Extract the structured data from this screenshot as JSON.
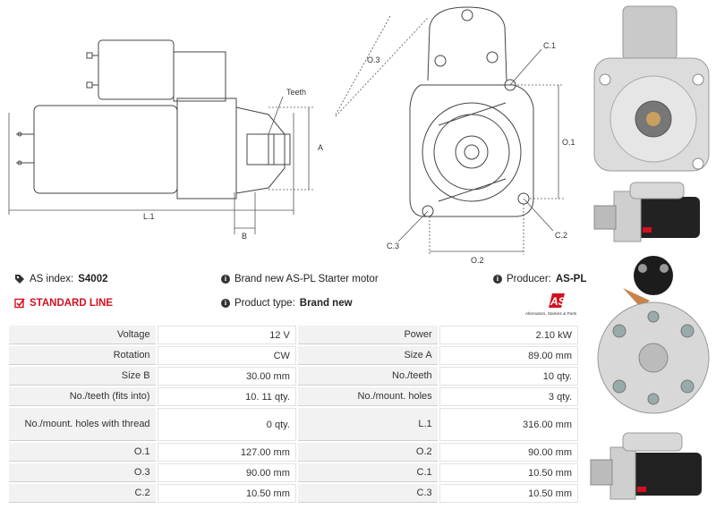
{
  "drawing": {
    "labels": {
      "teeth": "Teeth",
      "a": "A",
      "b": "B",
      "l1": "L.1",
      "o1": "O.1",
      "o2": "O.2",
      "o3": "O.3",
      "c1": "C.1",
      "c2": "C.2",
      "c3": "C.3"
    }
  },
  "info": {
    "as_index_label": "AS index:",
    "as_index_value": "S4002",
    "standard_line": "STANDARD LINE",
    "description": "Brand new AS-PL Starter motor",
    "product_type_label": "Product type:",
    "product_type_value": "Brand new",
    "producer_label": "Producer:",
    "producer_value": "AS-PL",
    "logo_text": "AS",
    "logo_tagline": "Alternators, Starters & Parts"
  },
  "icons": {
    "tag": "tag-icon",
    "check": "checkbox-icon",
    "info": "info-icon"
  },
  "colors": {
    "accent_red": "#d4101e",
    "label_bg": "#f2f2f2"
  },
  "specs": [
    {
      "l1": "Voltage",
      "v1": "12 V",
      "l2": "Power",
      "v2": "2.10 kW"
    },
    {
      "l1": "Rotation",
      "v1": "CW",
      "l2": "Size A",
      "v2": "89.00 mm"
    },
    {
      "l1": "Size B",
      "v1": "30.00 mm",
      "l2": "No./teeth",
      "v2": "10 qty."
    },
    {
      "l1": "No./teeth (fits into)",
      "v1": "10. 11 qty.",
      "l2": "No./mount. holes",
      "v2": "3 qty."
    },
    {
      "l1": "No./mount. holes with thread",
      "v1": "0 qty.",
      "l2": "L.1",
      "v2": "316.00 mm"
    },
    {
      "l1": "O.1",
      "v1": "127.00 mm",
      "l2": "O.2",
      "v2": "90.00 mm"
    },
    {
      "l1": "O.3",
      "v1": "90.00 mm",
      "l2": "C.1",
      "v2": "10.50 mm"
    },
    {
      "l1": "C.2",
      "v1": "10.50 mm",
      "l2": "C.3",
      "v2": "10.50 mm"
    }
  ]
}
